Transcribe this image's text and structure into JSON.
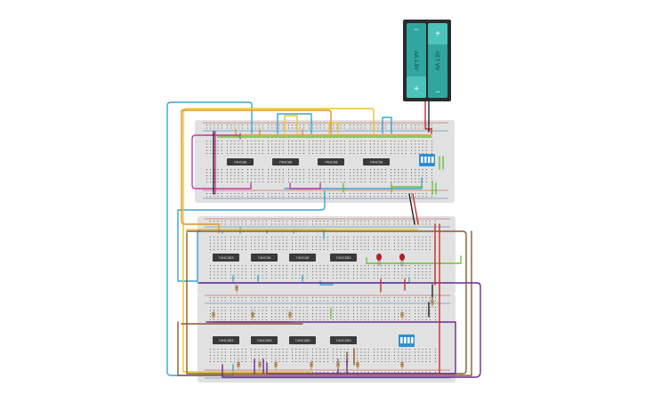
{
  "battery": {
    "cell1_label": "AA 1.5V",
    "cell2_label": "AA 1.5V",
    "minus_symbol": "−",
    "plus_symbol": "+",
    "colors": {
      "case": "#2b2b2b",
      "cell": "#2fa6a0",
      "cell_light": "#4cc3bd"
    }
  },
  "chips": {
    "top_board": [
      "74HC86",
      "74HC86",
      "74HC08",
      "74HC08"
    ],
    "middle_board": [
      "74HC283",
      "74HC08",
      "74HC08",
      "74HC283"
    ],
    "bottom_board": [
      "74HC283",
      "74HC283",
      "74HC283",
      "74HC283"
    ]
  },
  "components": {
    "dip_switches": 2,
    "leds": 2,
    "led_color": "#b3202a"
  },
  "colors": {
    "breadboard": "#e1e1e1",
    "breadboard_rail_red": "#c0392b",
    "breadboard_rail_blue": "#2a6fb5",
    "hole": "#5c5c5c",
    "chip": "#3a3a3a",
    "wire_cyan": "#3aa6cf",
    "wire_yellow": "#e8c62c",
    "wire_orange": "#e58e2a",
    "wire_green": "#6cbf3c",
    "wire_magenta": "#c43aa0",
    "wire_brown": "#8c5a32",
    "wire_purple": "#6b2c8f",
    "wire_blue": "#2a7fd4",
    "wire_red": "#c8302a",
    "wire_black": "#222222",
    "dip_switch": "#2c8fd6"
  }
}
